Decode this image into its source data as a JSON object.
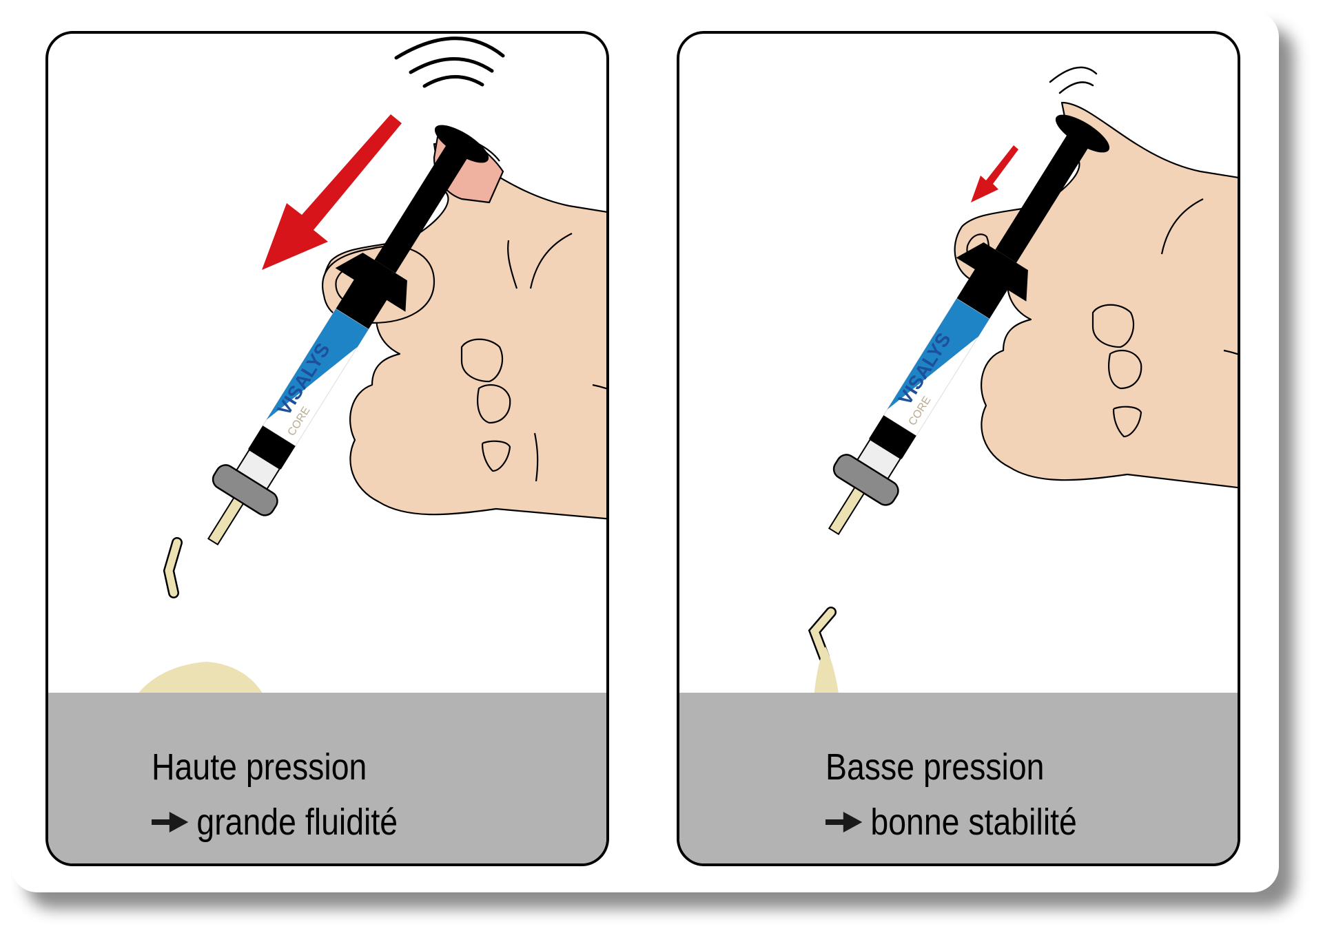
{
  "panels": [
    {
      "id": "high-pressure",
      "caption_line1": "Haute pression",
      "caption_line2": "grande fluidité",
      "arrow_icon": "right-arrow-icon",
      "pressure_arrow": {
        "color": "#d7141a",
        "size": "large"
      },
      "vibration_waves": 3,
      "material_shape": "flat-spread-mound",
      "syringe_brand": "VISALYS",
      "syringe_product": "CORE"
    },
    {
      "id": "low-pressure",
      "caption_line1": "Basse pression",
      "caption_line2": "bonne stabilité",
      "arrow_icon": "right-arrow-icon",
      "pressure_arrow": {
        "color": "#d7141a",
        "size": "small"
      },
      "vibration_waves": 2,
      "material_shape": "tall-stable-cone",
      "syringe_brand": "VISALYS",
      "syringe_product": "CORE"
    }
  ],
  "colors": {
    "skin": "#f2d3b8",
    "fingertip_pressed": "#efb2a0",
    "ground": "#b3b3b3",
    "syringe_blue": "#1f84c6",
    "syringe_brand_text": "#1d4f9a",
    "material": "#ece1b2",
    "arrow_red": "#d7141a",
    "cap_gray": "#8a8a8a"
  }
}
